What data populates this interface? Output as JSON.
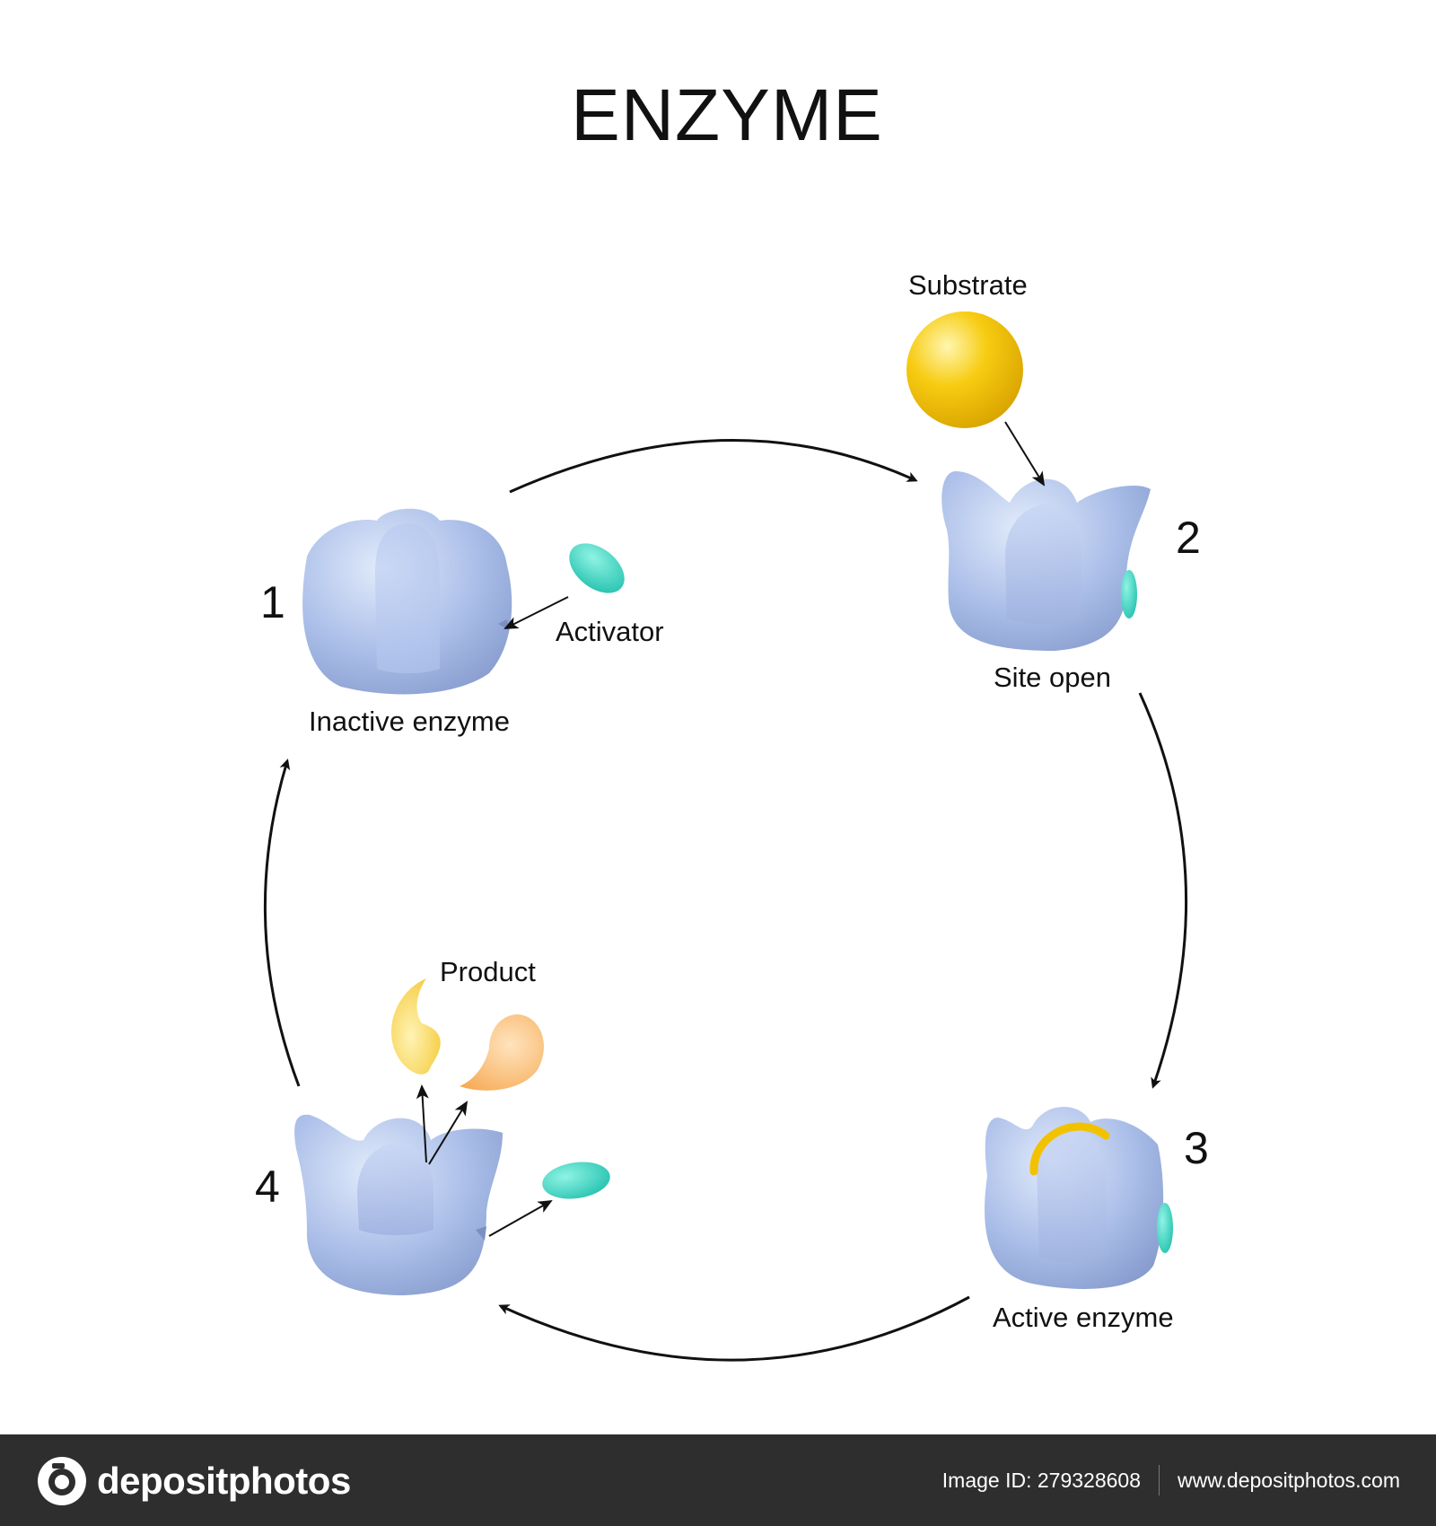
{
  "title": "ENZYME",
  "steps": [
    {
      "number": "1",
      "label": "Inactive enzyme"
    },
    {
      "number": "2",
      "label": "Site open"
    },
    {
      "number": "3",
      "label": "Active enzyme"
    },
    {
      "number": "4",
      "label": ""
    }
  ],
  "labels": {
    "activator": "Activator",
    "substrate": "Substrate",
    "product": "Product"
  },
  "colors": {
    "enzyme": "#a9bde8",
    "substrate": "#f2c200",
    "activator": "#3dd6c2",
    "product_yellow": "#f7d64a",
    "product_orange": "#f9b96b"
  },
  "footer": {
    "brand": "depositphotos",
    "image_id": "Image ID: 279328608",
    "url": "www.depositphotos.com"
  }
}
